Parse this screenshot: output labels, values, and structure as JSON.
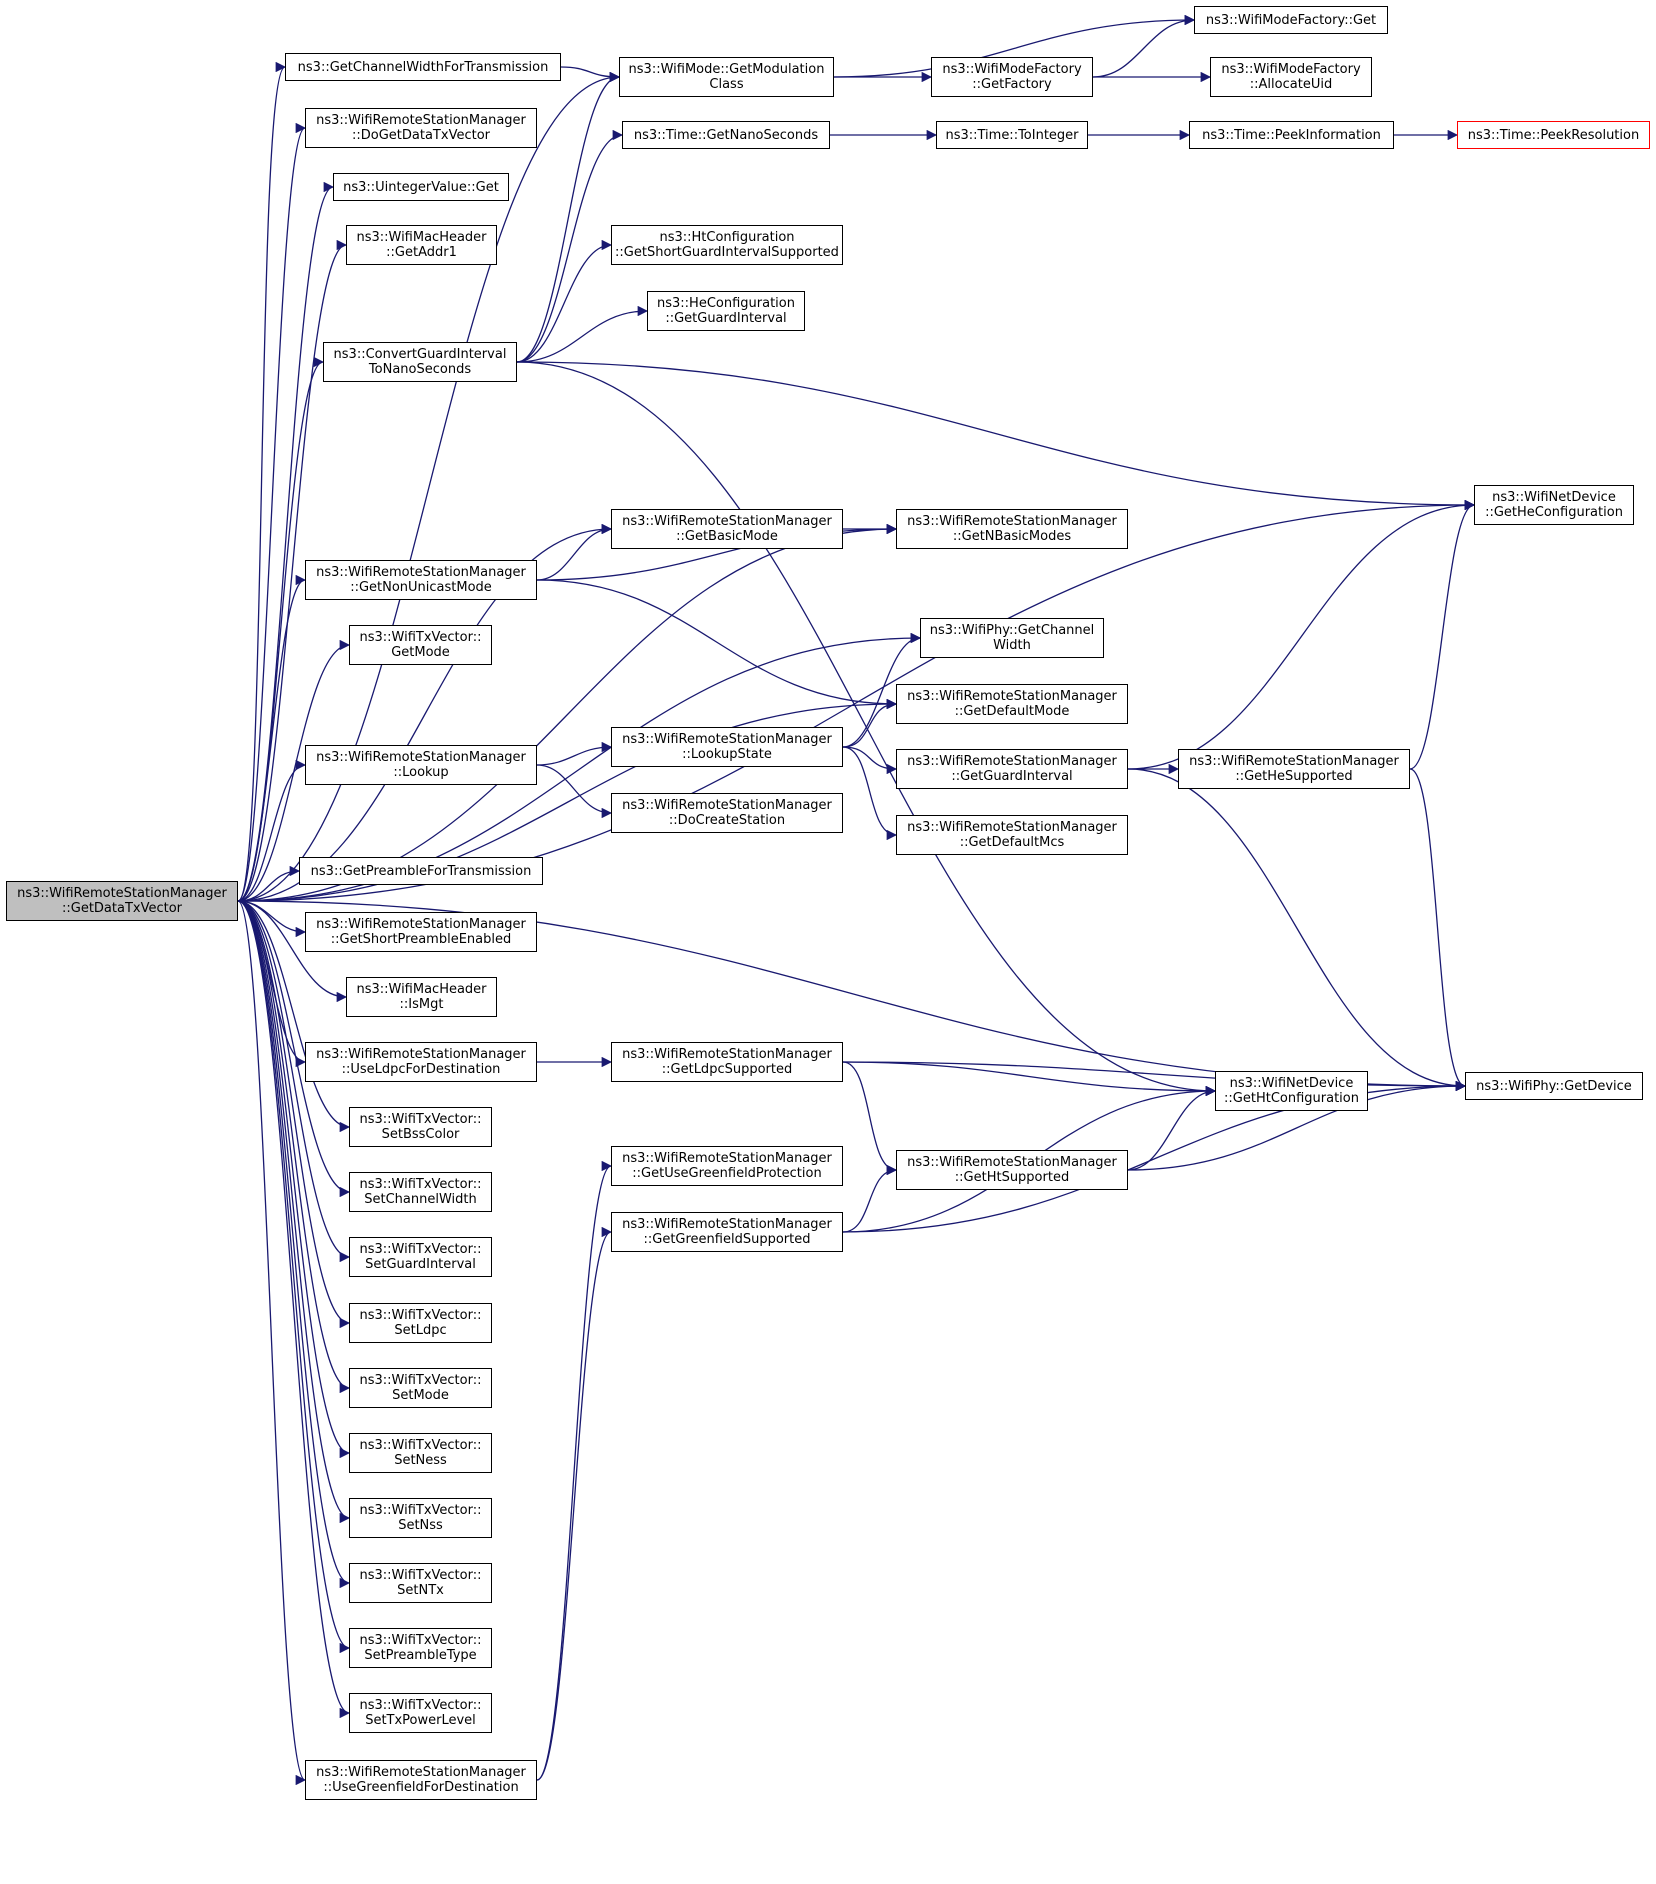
{
  "diagram": {
    "nodes": [
      {
        "id": "getDataTxVector",
        "lines": [
          "ns3::WifiRemoteStationManager",
          "::GetDataTxVector"
        ],
        "role": "root"
      },
      {
        "id": "getChannelWidthForTransmission",
        "lines": [
          "ns3::GetChannelWidthForTransmission"
        ]
      },
      {
        "id": "doGetDataTxVector",
        "lines": [
          "ns3::WifiRemoteStationManager",
          "::DoGetDataTxVector"
        ]
      },
      {
        "id": "uintegerValueGet",
        "lines": [
          "ns3::UintegerValue::Get"
        ]
      },
      {
        "id": "getAddr1",
        "lines": [
          "ns3::WifiMacHeader",
          "::GetAddr1"
        ]
      },
      {
        "id": "convertGuardInterval",
        "lines": [
          "ns3::ConvertGuardInterval",
          "ToNanoSeconds"
        ]
      },
      {
        "id": "getNonUnicastMode",
        "lines": [
          "ns3::WifiRemoteStationManager",
          "::GetNonUnicastMode"
        ]
      },
      {
        "id": "txGetMode",
        "lines": [
          "ns3::WifiTxVector::",
          "GetMode"
        ]
      },
      {
        "id": "lookup",
        "lines": [
          "ns3::WifiRemoteStationManager",
          "::Lookup"
        ]
      },
      {
        "id": "getPreambleForTransmission",
        "lines": [
          "ns3::GetPreambleForTransmission"
        ]
      },
      {
        "id": "getShortPreambleEnabled",
        "lines": [
          "ns3::WifiRemoteStationManager",
          "::GetShortPreambleEnabled"
        ]
      },
      {
        "id": "isMgt",
        "lines": [
          "ns3::WifiMacHeader",
          "::IsMgt"
        ]
      },
      {
        "id": "useLdpcForDestination",
        "lines": [
          "ns3::WifiRemoteStationManager",
          "::UseLdpcForDestination"
        ]
      },
      {
        "id": "setBssColor",
        "lines": [
          "ns3::WifiTxVector::",
          "SetBssColor"
        ]
      },
      {
        "id": "setChannelWidth",
        "lines": [
          "ns3::WifiTxVector::",
          "SetChannelWidth"
        ]
      },
      {
        "id": "setGuardInterval",
        "lines": [
          "ns3::WifiTxVector::",
          "SetGuardInterval"
        ]
      },
      {
        "id": "setLdpc",
        "lines": [
          "ns3::WifiTxVector::",
          "SetLdpc"
        ]
      },
      {
        "id": "setMode",
        "lines": [
          "ns3::WifiTxVector::",
          "SetMode"
        ]
      },
      {
        "id": "setNess",
        "lines": [
          "ns3::WifiTxVector::",
          "SetNess"
        ]
      },
      {
        "id": "setNss",
        "lines": [
          "ns3::WifiTxVector::",
          "SetNss"
        ]
      },
      {
        "id": "setNTx",
        "lines": [
          "ns3::WifiTxVector::",
          "SetNTx"
        ]
      },
      {
        "id": "setPreambleType",
        "lines": [
          "ns3::WifiTxVector::",
          "SetPreambleType"
        ]
      },
      {
        "id": "setTxPowerLevel",
        "lines": [
          "ns3::WifiTxVector::",
          "SetTxPowerLevel"
        ]
      },
      {
        "id": "useGreenfieldForDestination",
        "lines": [
          "ns3::WifiRemoteStationManager",
          "::UseGreenfieldForDestination"
        ]
      },
      {
        "id": "getModulationClass",
        "lines": [
          "ns3::WifiMode::GetModulation",
          "Class"
        ]
      },
      {
        "id": "getNanoSeconds",
        "lines": [
          "ns3::Time::GetNanoSeconds"
        ]
      },
      {
        "id": "getShortGuardIntervalSupported",
        "lines": [
          "ns3::HtConfiguration",
          "::GetShortGuardIntervalSupported"
        ]
      },
      {
        "id": "heGetGuardInterval",
        "lines": [
          "ns3::HeConfiguration",
          "::GetGuardInterval"
        ]
      },
      {
        "id": "getBasicMode",
        "lines": [
          "ns3::WifiRemoteStationManager",
          "::GetBasicMode"
        ]
      },
      {
        "id": "lookupState",
        "lines": [
          "ns3::WifiRemoteStationManager",
          "::LookupState"
        ]
      },
      {
        "id": "doCreateStation",
        "lines": [
          "ns3::WifiRemoteStationManager",
          "::DoCreateStation"
        ]
      },
      {
        "id": "getLdpcSupported",
        "lines": [
          "ns3::WifiRemoteStationManager",
          "::GetLdpcSupported"
        ]
      },
      {
        "id": "getUseGreenfieldProtection",
        "lines": [
          "ns3::WifiRemoteStationManager",
          "::GetUseGreenfieldProtection"
        ]
      },
      {
        "id": "getGreenfieldSupported",
        "lines": [
          "ns3::WifiRemoteStationManager",
          "::GetGreenfieldSupported"
        ]
      },
      {
        "id": "modeFactoryGet",
        "lines": [
          "ns3::WifiModeFactory::Get"
        ]
      },
      {
        "id": "getFactory",
        "lines": [
          "ns3::WifiModeFactory",
          "::GetFactory"
        ]
      },
      {
        "id": "allocateUid",
        "lines": [
          "ns3::WifiModeFactory",
          "::AllocateUid"
        ]
      },
      {
        "id": "toInteger",
        "lines": [
          "ns3::Time::ToInteger"
        ]
      },
      {
        "id": "peekInformation",
        "lines": [
          "ns3::Time::PeekInformation"
        ]
      },
      {
        "id": "peekResolution",
        "lines": [
          "ns3::Time::PeekResolution"
        ],
        "role": "truncated"
      },
      {
        "id": "getNBasicModes",
        "lines": [
          "ns3::WifiRemoteStationManager",
          "::GetNBasicModes"
        ]
      },
      {
        "id": "phyGetChannelWidth",
        "lines": [
          "ns3::WifiPhy::GetChannel",
          "Width"
        ]
      },
      {
        "id": "getDefaultMode",
        "lines": [
          "ns3::WifiRemoteStationManager",
          "::GetDefaultMode"
        ]
      },
      {
        "id": "rsmGetGuardInterval",
        "lines": [
          "ns3::WifiRemoteStationManager",
          "::GetGuardInterval"
        ]
      },
      {
        "id": "getDefaultMcs",
        "lines": [
          "ns3::WifiRemoteStationManager",
          "::GetDefaultMcs"
        ]
      },
      {
        "id": "getHtSupported",
        "lines": [
          "ns3::WifiRemoteStationManager",
          "::GetHtSupported"
        ]
      },
      {
        "id": "getHeSupported",
        "lines": [
          "ns3::WifiRemoteStationManager",
          "::GetHeSupported"
        ]
      },
      {
        "id": "getHeConfiguration",
        "lines": [
          "ns3::WifiNetDevice",
          "::GetHeConfiguration"
        ]
      },
      {
        "id": "getHtConfiguration",
        "lines": [
          "ns3::WifiNetDevice",
          "::GetHtConfiguration"
        ]
      },
      {
        "id": "phyGetDevice",
        "lines": [
          "ns3::WifiPhy::GetDevice"
        ]
      }
    ],
    "edges": [
      [
        "getDataTxVector",
        "getChannelWidthForTransmission"
      ],
      [
        "getDataTxVector",
        "doGetDataTxVector"
      ],
      [
        "getDataTxVector",
        "uintegerValueGet"
      ],
      [
        "getDataTxVector",
        "getAddr1"
      ],
      [
        "getDataTxVector",
        "convertGuardInterval"
      ],
      [
        "getDataTxVector",
        "getModulationClass"
      ],
      [
        "getDataTxVector",
        "getHeConfiguration"
      ],
      [
        "getDataTxVector",
        "getBasicMode"
      ],
      [
        "getDataTxVector",
        "getNBasicModes"
      ],
      [
        "getDataTxVector",
        "getNonUnicastMode"
      ],
      [
        "getDataTxVector",
        "txGetMode"
      ],
      [
        "getDataTxVector",
        "phyGetChannelWidth"
      ],
      [
        "getDataTxVector",
        "lookup"
      ],
      [
        "getDataTxVector",
        "getDefaultMode"
      ],
      [
        "getDataTxVector",
        "getPreambleForTransmission"
      ],
      [
        "getDataTxVector",
        "getShortPreambleEnabled"
      ],
      [
        "getDataTxVector",
        "isMgt"
      ],
      [
        "getDataTxVector",
        "useLdpcForDestination"
      ],
      [
        "getDataTxVector",
        "setBssColor"
      ],
      [
        "getDataTxVector",
        "setChannelWidth"
      ],
      [
        "getDataTxVector",
        "setGuardInterval"
      ],
      [
        "getDataTxVector",
        "setLdpc"
      ],
      [
        "getDataTxVector",
        "setMode"
      ],
      [
        "getDataTxVector",
        "setNess"
      ],
      [
        "getDataTxVector",
        "setNss"
      ],
      [
        "getDataTxVector",
        "setNTx"
      ],
      [
        "getDataTxVector",
        "setPreambleType"
      ],
      [
        "getDataTxVector",
        "setTxPowerLevel"
      ],
      [
        "getDataTxVector",
        "useGreenfieldForDestination"
      ],
      [
        "getDataTxVector",
        "phyGetDevice"
      ],
      [
        "getChannelWidthForTransmission",
        "getModulationClass"
      ],
      [
        "getModulationClass",
        "modeFactoryGet"
      ],
      [
        "getModulationClass",
        "getFactory"
      ],
      [
        "getFactory",
        "modeFactoryGet"
      ],
      [
        "getFactory",
        "allocateUid"
      ],
      [
        "convertGuardInterval",
        "getModulationClass"
      ],
      [
        "convertGuardInterval",
        "getNanoSeconds"
      ],
      [
        "convertGuardInterval",
        "getShortGuardIntervalSupported"
      ],
      [
        "convertGuardInterval",
        "heGetGuardInterval"
      ],
      [
        "convertGuardInterval",
        "getHeConfiguration"
      ],
      [
        "convertGuardInterval",
        "getHtConfiguration"
      ],
      [
        "getNanoSeconds",
        "toInteger"
      ],
      [
        "toInteger",
        "peekInformation"
      ],
      [
        "peekInformation",
        "peekResolution"
      ],
      [
        "getNonUnicastMode",
        "getBasicMode"
      ],
      [
        "getNonUnicastMode",
        "getNBasicModes"
      ],
      [
        "getNonUnicastMode",
        "getDefaultMode"
      ],
      [
        "getBasicMode",
        "getNBasicModes"
      ],
      [
        "lookup",
        "lookupState"
      ],
      [
        "lookup",
        "doCreateStation"
      ],
      [
        "lookupState",
        "phyGetChannelWidth"
      ],
      [
        "lookupState",
        "getDefaultMode"
      ],
      [
        "lookupState",
        "rsmGetGuardInterval"
      ],
      [
        "lookupState",
        "getDefaultMcs"
      ],
      [
        "rsmGetGuardInterval",
        "getHeConfiguration"
      ],
      [
        "rsmGetGuardInterval",
        "getHeSupported"
      ],
      [
        "rsmGetGuardInterval",
        "phyGetDevice"
      ],
      [
        "getHeSupported",
        "getHeConfiguration"
      ],
      [
        "getHeSupported",
        "phyGetDevice"
      ],
      [
        "useLdpcForDestination",
        "getLdpcSupported"
      ],
      [
        "getLdpcSupported",
        "phyGetDevice"
      ],
      [
        "getLdpcSupported",
        "getHtConfiguration"
      ],
      [
        "getLdpcSupported",
        "getHtSupported"
      ],
      [
        "getHtSupported",
        "getHtConfiguration"
      ],
      [
        "getHtSupported",
        "phyGetDevice"
      ],
      [
        "useGreenfieldForDestination",
        "getUseGreenfieldProtection"
      ],
      [
        "useGreenfieldForDestination",
        "getGreenfieldSupported"
      ],
      [
        "getGreenfieldSupported",
        "getHtConfiguration"
      ],
      [
        "getGreenfieldSupported",
        "getHtSupported"
      ],
      [
        "getGreenfieldSupported",
        "phyGetDevice"
      ]
    ],
    "colors": {
      "edge": "#191970",
      "node_border": "#000000",
      "root_fill": "#bfbfbf",
      "truncated_border": "#ff0000"
    }
  }
}
